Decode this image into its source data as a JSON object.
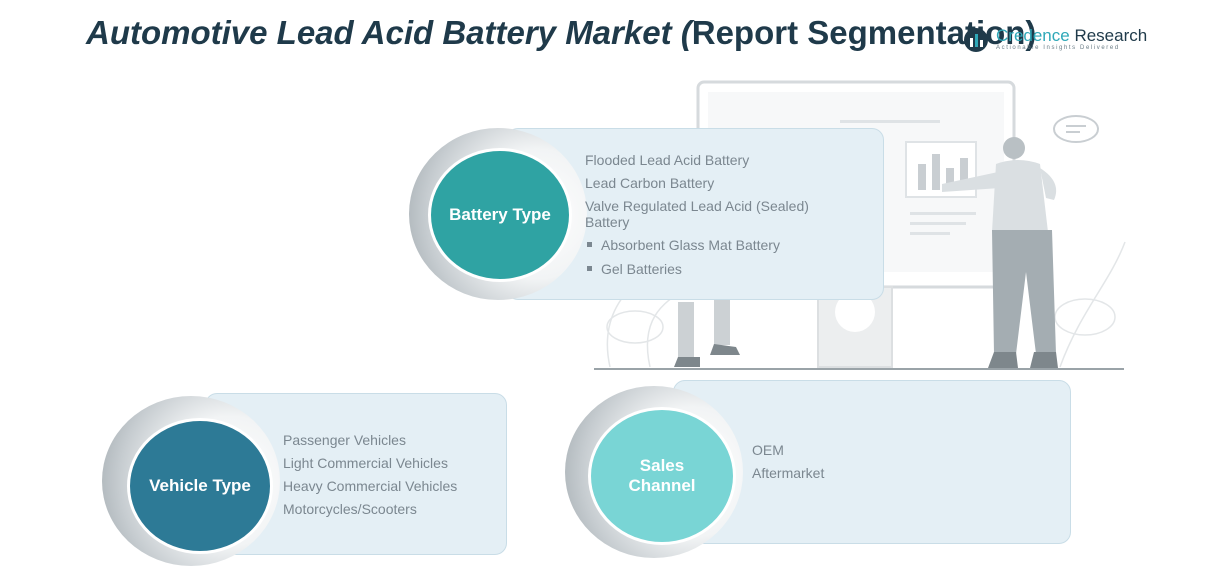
{
  "title": {
    "main": "Automotive Lead Acid Battery Market (",
    "sub": "Report Segmentation)"
  },
  "logo": {
    "name_highlight": "Credence",
    "name_rest": " Research",
    "tagline": "Actionable Insights Delivered"
  },
  "segments": {
    "battery_type": {
      "label": "Battery Type",
      "color": "#2fa3a3",
      "items": [
        "Flooded Lead Acid Battery",
        "Lead Carbon Battery",
        "Valve Regulated Lead Acid (Sealed)",
        "Battery"
      ],
      "sub_items": [
        "Absorbent Glass Mat Battery",
        "Gel Batteries"
      ]
    },
    "vehicle_type": {
      "label": "Vehicle Type",
      "color": "#2d7a96",
      "items": [
        "Passenger Vehicles",
        "Light Commercial Vehicles",
        "Heavy Commercial Vehicles",
        "Motorcycles/Scooters"
      ]
    },
    "sales_channel": {
      "label_line1": "Sales",
      "label_line2": "Channel",
      "color": "#79d5d5",
      "items": [
        "OEM",
        "Aftermarket"
      ]
    }
  }
}
